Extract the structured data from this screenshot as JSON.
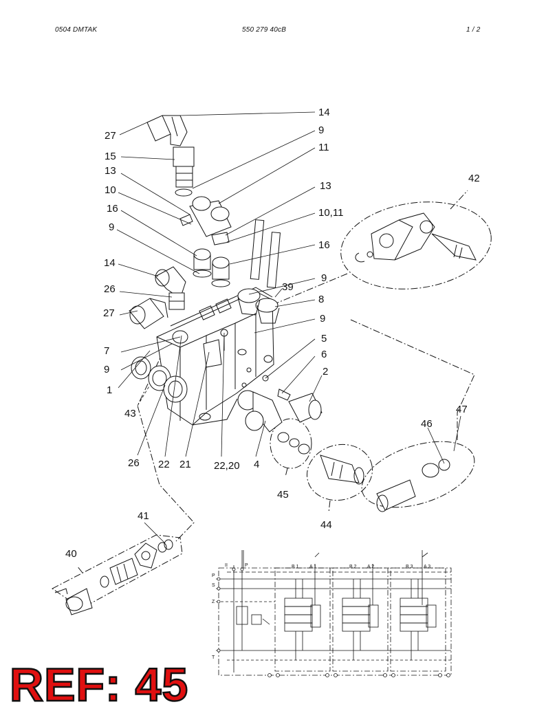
{
  "header": {
    "left": "0504 DMTAK",
    "center": "550 279 40cB",
    "right": "1 /   2"
  },
  "callouts": {
    "c14_top": "14",
    "c27_top": "27",
    "c9_a": "9",
    "c15": "15",
    "c11_a": "11",
    "c13_a": "13",
    "c13_b": "13",
    "c42": "42",
    "c10": "10",
    "c10_11": "10,11",
    "c16_a": "16",
    "c9_b": "9",
    "c16_b": "16",
    "c14_b": "14",
    "c9_c": "9",
    "c39": "39",
    "c26_a": "26",
    "c8": "8",
    "c27_b": "27",
    "c9_d": "9",
    "c5": "5",
    "c7": "7",
    "c6": "6",
    "c9_e": "9",
    "c2": "2",
    "c1": "1",
    "c43": "43",
    "c47": "47",
    "c46": "46",
    "c26_b": "26",
    "c22": "22",
    "c21": "21",
    "c22_20": "22,20",
    "c4": "4",
    "c45": "45",
    "c44": "44",
    "c41": "41",
    "c40": "40"
  },
  "schematic": {
    "ports": [
      "B 1",
      "A 1",
      "B 2",
      "A 2",
      "B 3",
      "A 3"
    ],
    "left_labels": [
      "P",
      "S",
      "Z",
      "T"
    ],
    "top_labels": [
      "II",
      "P"
    ]
  },
  "reference": "REF: 45",
  "colors": {
    "line": "#111111",
    "ref_fill": "#e01010",
    "ref_outline": "#111111"
  }
}
